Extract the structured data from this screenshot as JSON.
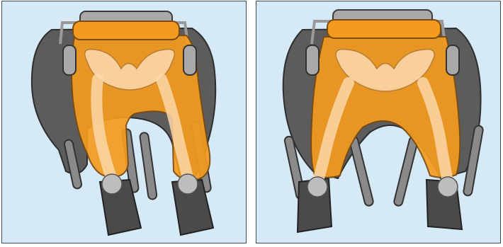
{
  "figure": {
    "panels": [
      {
        "id": "left",
        "variant": "abducted"
      },
      {
        "id": "right",
        "variant": "wide-abducted"
      }
    ],
    "colors": {
      "background": "#d5e9f6",
      "border": "#3c4a55",
      "cushion": "#f39b1f",
      "cushion_dark": "#c9771a",
      "bone": "#fbd7a8",
      "bone_outline": "#b57a36",
      "frame": "#5c5c5c",
      "frame_light": "#9a9a9a",
      "foot": "#4a4a4a"
    }
  }
}
